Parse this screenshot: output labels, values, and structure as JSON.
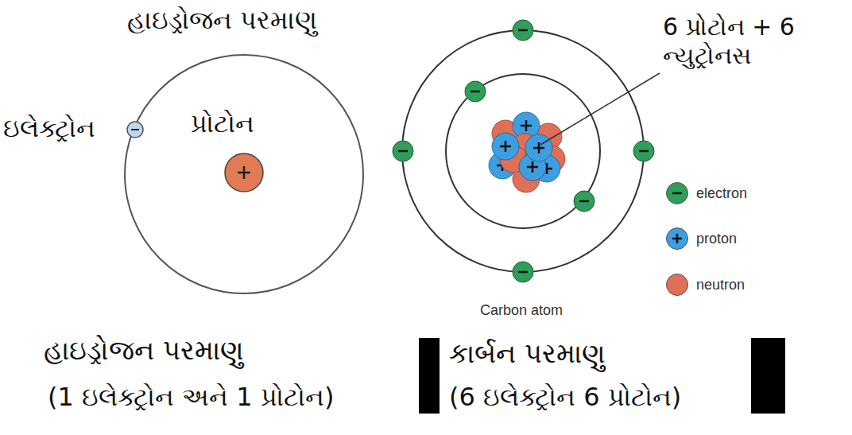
{
  "diagram": {
    "labels": [
      "હાઇડ્રોજન પરમાણુ",
      "ઇલેક્ટ્રોન",
      "પ્રોટોન",
      "6 પ્રોટોન + 6 ન્યુટ્રોનસ",
      "Carbon atom",
      "હાઇડ્રોજન પરમાણુ",
      "(1 ઇલેક્ટ્રોન અને 1 પ્રોટોન)",
      "કાર્બન પરમાણુ",
      "(6 ઇલેક્ટ્રોન 6 પ્રોટોન)"
    ],
    "legend": [
      {
        "text": "electron",
        "color": "#2f9e5a"
      },
      {
        "text": "proton",
        "color": "#3d9ee0"
      },
      {
        "text": "neutron",
        "color": "#e06f58"
      }
    ]
  }
}
